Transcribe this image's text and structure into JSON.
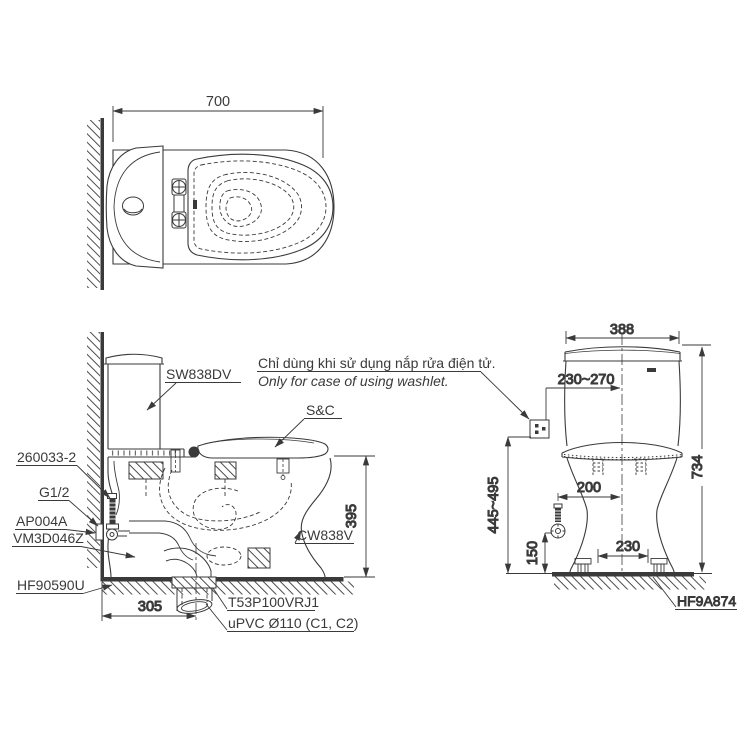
{
  "meta": {
    "background": "#ffffff",
    "ink_color": "#3a3a3a",
    "drawing_type": "toilet installation technical drawing, three orthographic views"
  },
  "top_view": {
    "dim_width": "700"
  },
  "side_view": {
    "note_vi": "Chỉ dùng khi sử dụng nắp rửa điện tử.",
    "note_en": "Only for case of using washlet.",
    "label_tank": "SW838DV",
    "label_seat": "S&C",
    "label_supply_hose": "260033-2",
    "label_thread": "G1/2",
    "label_angle_valve": "AP004A",
    "label_gasket": "VM3D046Z",
    "label_floor_flange": "HF90590U",
    "label_bowl": "CW838V",
    "label_drain_joint": "T53P100VRJ1",
    "label_drain_pipe": "uPVC Ø110 (C1, C2)",
    "dim_seat_height": "395",
    "dim_rough_in": "305"
  },
  "front_view": {
    "dim_tank_width": "388",
    "dim_outlet_offset": "230~270",
    "dim_total_height": "734",
    "dim_outlet_height": "445~495",
    "dim_supply_offset": "200",
    "dim_valve_height": "150",
    "dim_bolt_spacing": "230",
    "label_bolt_caps": "HF9A874"
  }
}
